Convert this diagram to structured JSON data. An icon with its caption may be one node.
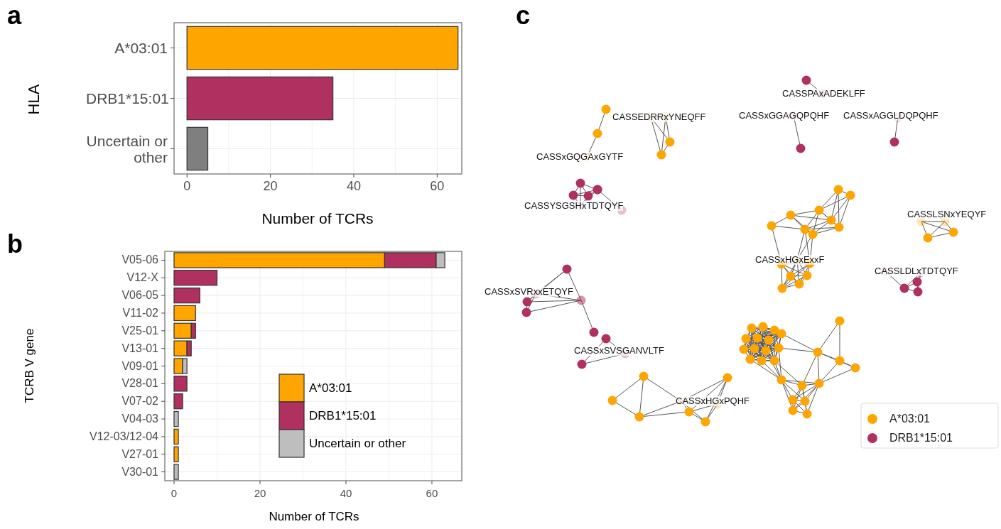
{
  "diagram": {
    "labels": [
      "a",
      "b",
      "c",
      "CASSEDRRxYNEQFF",
      "CASSPAxADEKLFF",
      "CASSxGGAGQPQHF",
      "CASSxAGGLDQPQHF",
      "CASSxGQGAxGYTF",
      "CASSYSGSHxTDTQYF",
      "CASSLSNxYEQYF",
      "CASSxHGxExxF",
      "CASSLDLxTDTQYF",
      "CASSxSVRxxETQYF",
      "CASSxSVSGANVLTF",
      "CASSxHGxPQHF"
    ],
    "legend": [
      {
        "text": "A*03:01",
        "color": "#ffa500"
      },
      {
        "text": "DRB1*15:01",
        "color": "#b03060"
      }
    ],
    "chart_data": [
      {
        "type": "bar",
        "orientation": "horizontal",
        "stacked": true,
        "xlabel": "Number of TCRs",
        "ylabel": "HLA",
        "grid": true,
        "categories": [
          "A*03:01",
          "DRB1*15:01",
          "Uncertain or other"
        ],
        "xlim": [
          -3.1,
          65.9
        ],
        "xticks": [
          0,
          20,
          40,
          60
        ],
        "series": [
          {
            "color": "#ffa500",
            "values": [
              65,
              null,
              null
            ]
          },
          {
            "color": "#b03060",
            "values": [
              null,
              35,
              null
            ]
          },
          {
            "color": "#7f7f7f",
            "values": [
              null,
              null,
              5
            ]
          }
        ]
      },
      {
        "type": "bar",
        "orientation": "horizontal",
        "stacked": true,
        "xlabel": "Number of TCRs",
        "ylabel": "TCRB V gene",
        "grid": true,
        "legend": true,
        "categories": [
          "V05-06",
          "V12-X",
          "V06-05",
          "V11-02",
          "V25-01",
          "V13-01",
          "V09-01",
          "V28-01",
          "V07-02",
          "V04-03",
          "V12-03/12-04",
          "V27-01",
          "V30-01"
        ],
        "xlim": [
          -2.15,
          66.95
        ],
        "xticks": [
          0,
          20,
          40,
          60
        ],
        "series": [
          {
            "name": "A*03:01",
            "color": "#ffa500",
            "values": [
              49,
              null,
              null,
              5,
              4,
              3,
              2,
              null,
              null,
              null,
              1,
              1,
              null
            ]
          },
          {
            "name": "DRB1*15:01",
            "color": "#b03060",
            "values": [
              12,
              10,
              6,
              null,
              1,
              1,
              null,
              3,
              2,
              null,
              null,
              null,
              null
            ]
          },
          {
            "name": "Uncertain or other",
            "color": "#bebebe",
            "values": [
              2,
              null,
              null,
              null,
              null,
              null,
              1,
              null,
              null,
              1,
              null,
              null,
              1
            ]
          }
        ]
      }
    ]
  }
}
